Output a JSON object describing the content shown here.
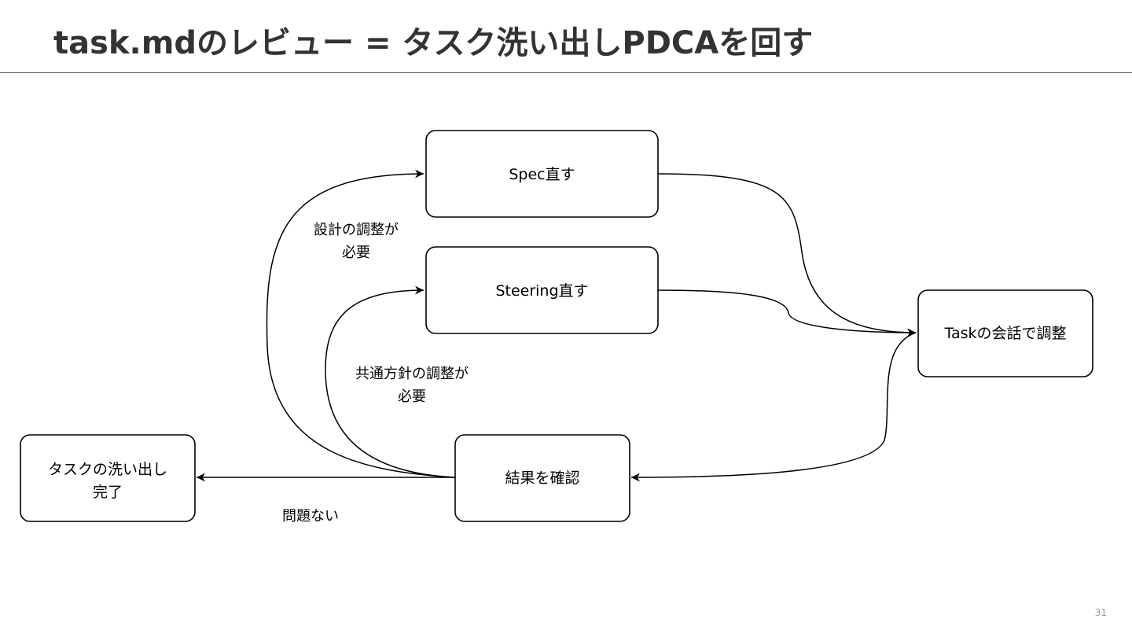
{
  "slide": {
    "title": "task.mdのレビュー = タスク洗い出しPDCAを回す",
    "page_number": "31"
  },
  "nodes": {
    "spec": {
      "label": "Spec直す"
    },
    "steering": {
      "label": "Steering直す"
    },
    "task_talk": {
      "label": "Taskの会話で調整"
    },
    "check_result": {
      "label": "結果を確認"
    },
    "done": {
      "line1": "タスクの洗い出し",
      "line2": "完了"
    }
  },
  "edges": {
    "design_adjust": {
      "line1": "設計の調整が",
      "line2": "必要"
    },
    "common_policy_adjust": {
      "line1": "共通方針の調整が",
      "line2": "必要"
    },
    "no_problem": {
      "label": "問題ない"
    }
  }
}
